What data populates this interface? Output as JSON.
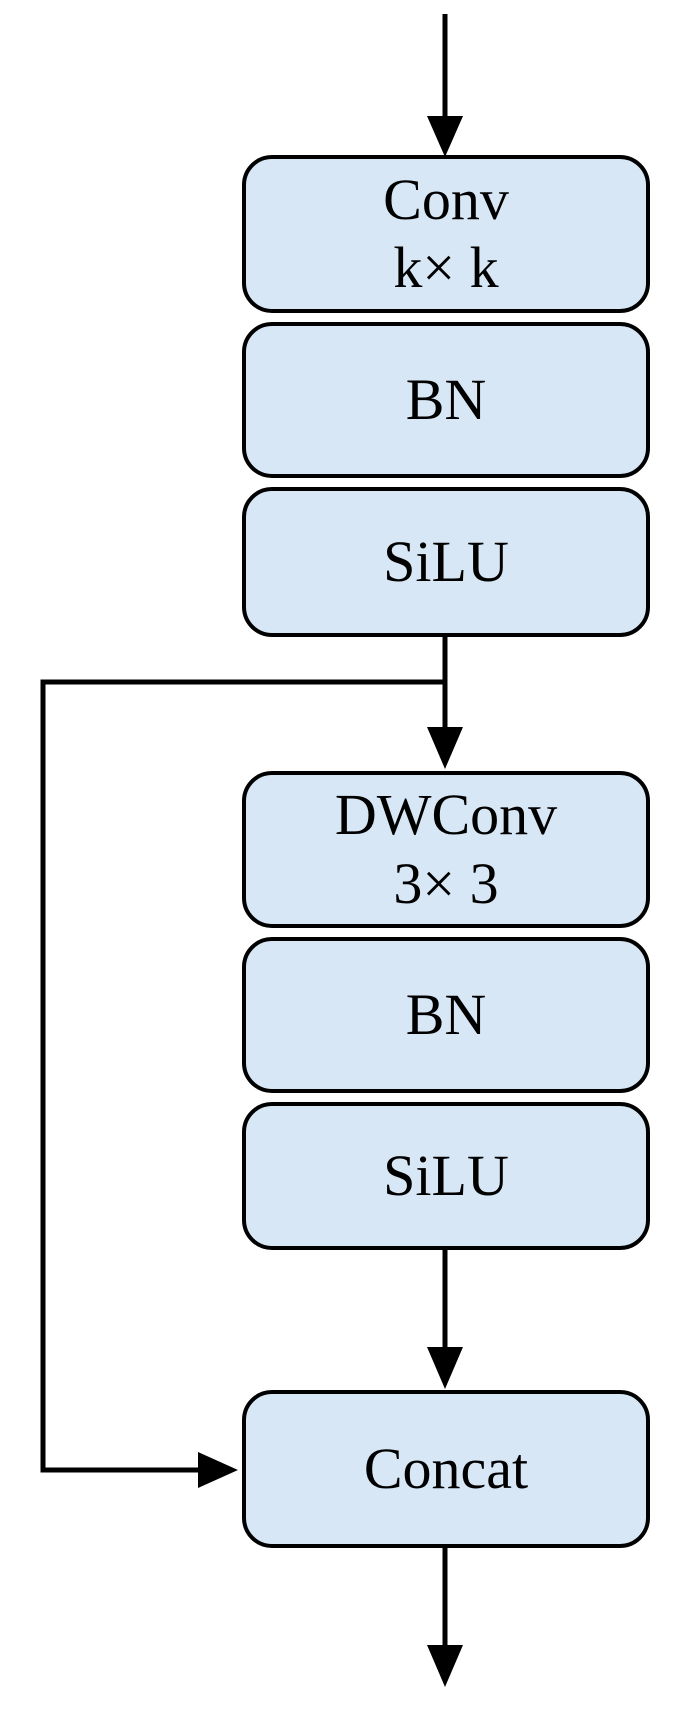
{
  "diagram": {
    "type": "flowchart",
    "colors": {
      "node_fill": "#d7e7f5",
      "node_border": "#000000",
      "connector": "#000000",
      "background": "#ffffff"
    },
    "nodes": [
      {
        "id": "conv",
        "lines": [
          "Conv",
          "k× k"
        ]
      },
      {
        "id": "bn_1",
        "lines": [
          "BN"
        ]
      },
      {
        "id": "silu_1",
        "lines": [
          "SiLU"
        ]
      },
      {
        "id": "dwconv",
        "lines": [
          "DWConv",
          "3× 3"
        ]
      },
      {
        "id": "bn_2",
        "lines": [
          "BN"
        ]
      },
      {
        "id": "silu_2",
        "lines": [
          "SiLU"
        ]
      },
      {
        "id": "concat",
        "lines": [
          "Concat"
        ]
      }
    ],
    "edges": [
      {
        "from": "input",
        "to": "conv"
      },
      {
        "from": "conv",
        "to": "bn_1"
      },
      {
        "from": "bn_1",
        "to": "silu_1"
      },
      {
        "from": "silu_1",
        "to": "dwconv"
      },
      {
        "from": "silu_1",
        "to": "concat",
        "kind": "skip"
      },
      {
        "from": "dwconv",
        "to": "bn_2"
      },
      {
        "from": "bn_2",
        "to": "silu_2"
      },
      {
        "from": "silu_2",
        "to": "concat"
      },
      {
        "from": "concat",
        "to": "output"
      }
    ]
  }
}
